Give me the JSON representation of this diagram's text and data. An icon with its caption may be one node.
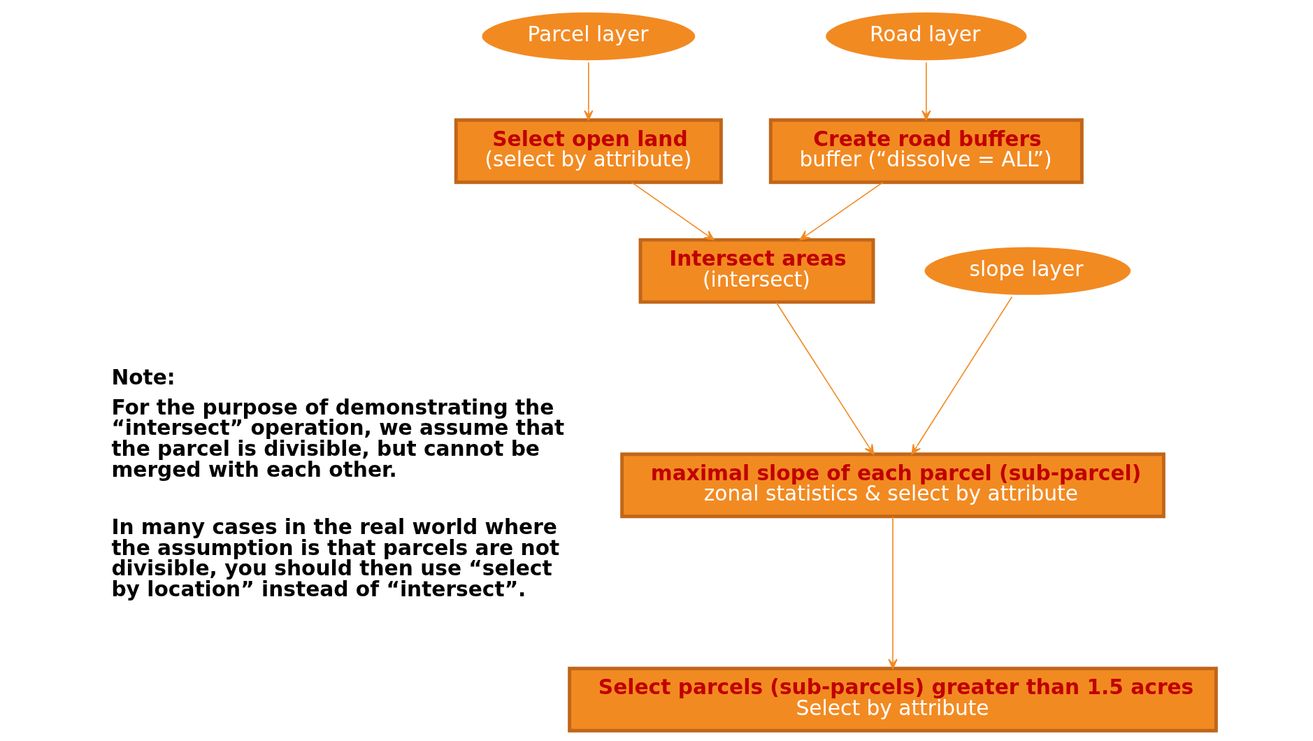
{
  "diagram": {
    "nodes": [
      {
        "text": [
          "Parcel layer"
        ]
      },
      {
        "text": [
          "Select open land",
          "(select by attribute)"
        ]
      },
      {
        "text": [
          "Road layer"
        ]
      },
      {
        "text": [
          "Create road buffers",
          "buffer (“dissolve = ALL”)"
        ]
      },
      {
        "text": [
          "Intersect areas",
          "(intersect)"
        ]
      },
      {
        "text": [
          "slope layer"
        ]
      },
      {
        "text": [
          "maximal slope of each parcel (sub-parcel)",
          "zonal statistics & select by attribute"
        ]
      },
      {
        "text": [
          "Select parcels (sub-parcels) greater than 1.5 acres",
          "Select by attribute"
        ]
      }
    ],
    "edges": [
      {
        "from": 0,
        "to": 1,
        "arrow": "to"
      },
      {
        "from": 1,
        "to": 4,
        "arrow": "to"
      },
      {
        "from": 2,
        "to": 3,
        "arrow": "to"
      },
      {
        "from": 3,
        "to": 4,
        "arrow": "to"
      },
      {
        "from": 4,
        "to": 6,
        "arrow": "to"
      },
      {
        "from": 5,
        "to": 6,
        "arrow": "to"
      },
      {
        "from": 6,
        "to": 7,
        "arrow": "to"
      }
    ],
    "labels": [
      "Note:",
      "For the purpose of demonstrating the “intersect” operation, we assume that the parcel is divisible, but cannot be merged with each other.",
      "In many cases in the real world where the assumption is that parcels are not divisible, you should then use “select by location” instead of “intersect”."
    ]
  }
}
